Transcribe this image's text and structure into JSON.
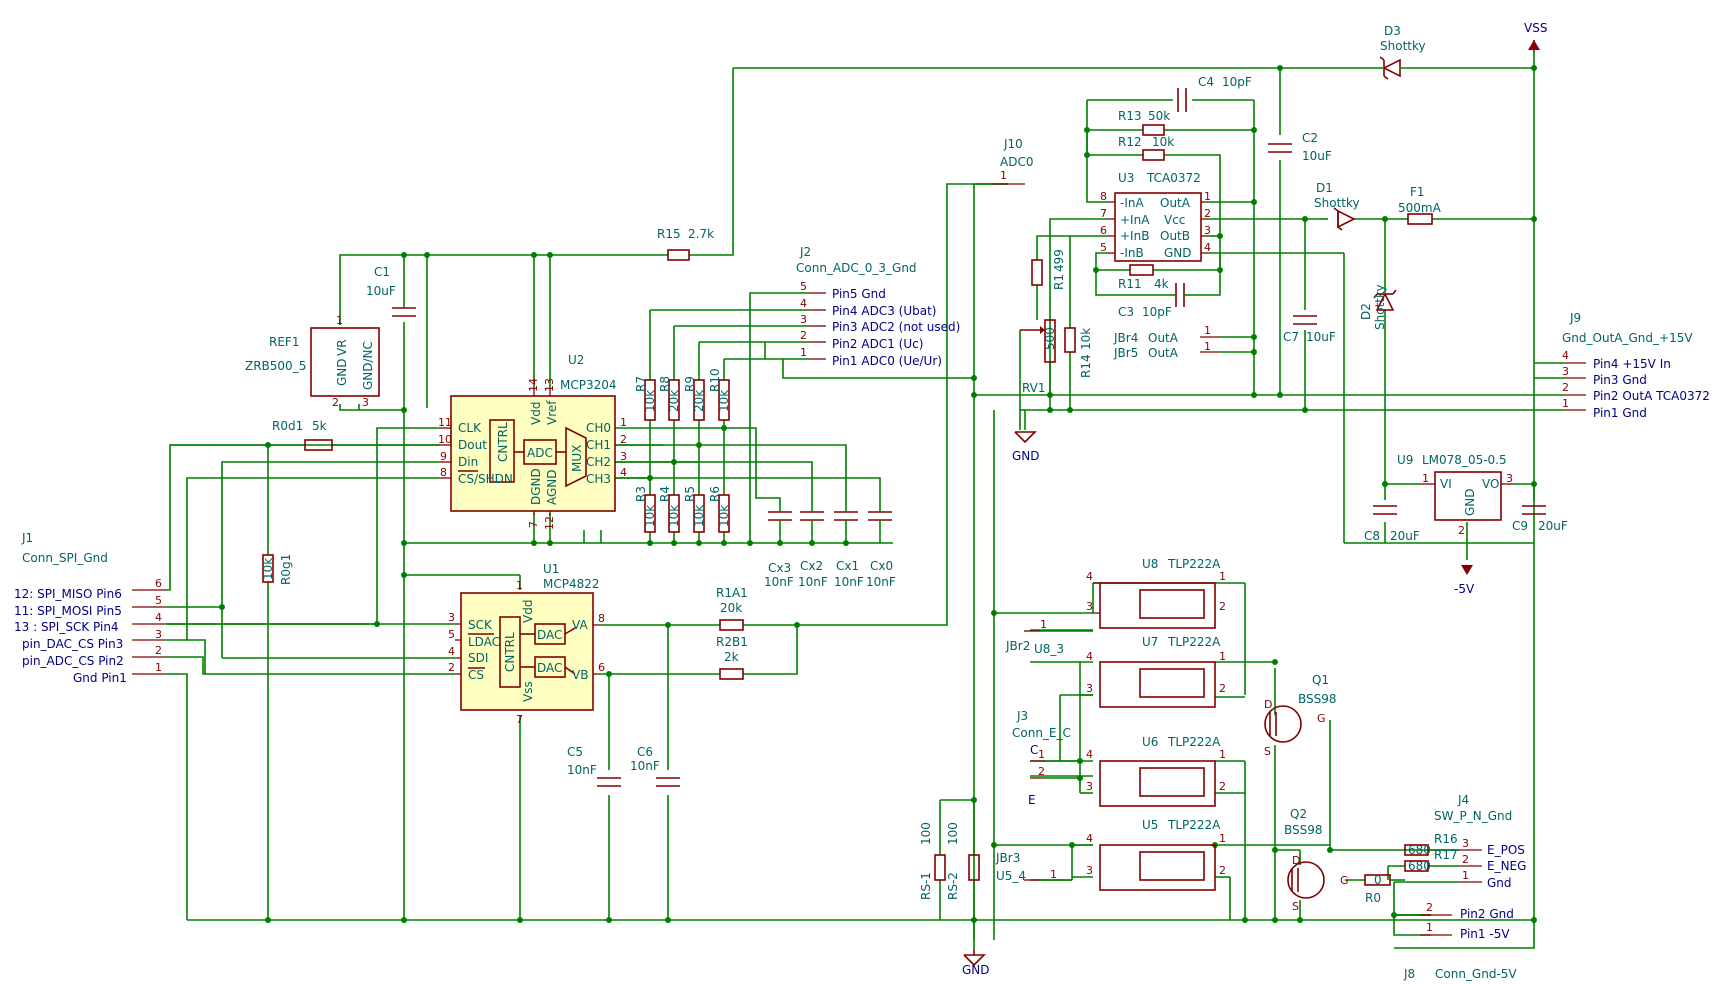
{
  "colors": {
    "wire": "#008000",
    "body": "#840000",
    "fill": "#ffffc2",
    "ref": "#006464",
    "label": "#000084"
  },
  "power": {
    "vss": "VSS",
    "gnd_a": "GND",
    "gnd_b": "GND",
    "neg5": "-5V"
  },
  "u2": {
    "ref": "U2",
    "val": "MCP3204",
    "pins_left": [
      "CLK",
      "Dout",
      "Din",
      "CS/SHDN"
    ],
    "pins_right": [
      "CH0",
      "CH1",
      "CH2",
      "CH3"
    ],
    "vdd": "Vdd",
    "vref": "Vref",
    "dgnd": "DGND",
    "agnd": "AGND",
    "cntrl": "CNTRL",
    "adc": "ADC",
    "mux": "MUX",
    "nums_left": [
      "11",
      "10",
      "9",
      "8"
    ],
    "nums_right": [
      "1",
      "2",
      "3",
      "4"
    ],
    "n14": "14",
    "n13": "13",
    "n7": "7",
    "n12": "12"
  },
  "u1": {
    "ref": "U1",
    "val": "MCP4822",
    "pins_left": [
      "SCK",
      "LDAC",
      "SDI",
      "CS"
    ],
    "vdd": "Vdd",
    "vss": "Vss",
    "va": "VA",
    "vb": "VB",
    "dac": "DAC",
    "cntrl": "CNTRL",
    "nums_left": [
      "3",
      "5",
      "4",
      "2"
    ],
    "n1": "1",
    "n7": "7",
    "n8": "8",
    "n6": "6"
  },
  "u3": {
    "ref": "U3",
    "val": "TCA0372",
    "pins_left": [
      "-InA",
      "+InA",
      "+InB",
      "-InB"
    ],
    "pins_right": [
      "OutA",
      "Vcc",
      "OutB",
      "GND"
    ],
    "nums_left": [
      "8",
      "7",
      "6",
      "5"
    ],
    "nums_right": [
      "1",
      "2",
      "3",
      "4"
    ]
  },
  "u9": {
    "ref": "U9",
    "val": "LM078_05-0.5",
    "vi": "VI",
    "vo": "VO",
    "gnd": "GND",
    "n1": "1",
    "n2": "2",
    "n3": "3"
  },
  "ref1": {
    "ref": "REF1",
    "val": "ZRB500_5",
    "gnd": "GND",
    "vr": "VR",
    "nc": "GND/NC",
    "n1": "1",
    "n2": "2",
    "n3": "3"
  },
  "j1": {
    "ref": "J1",
    "val": "Conn_SPI_Gnd",
    "labels": [
      "12: SPI_MISO Pin6",
      "11: SPI_MOSI Pin5",
      "13 : SPI_SCK Pin4",
      "pin_DAC_CS Pin3",
      "pin_ADC_CS Pin2",
      "Gnd Pin1"
    ],
    "nums": [
      "6",
      "5",
      "4",
      "3",
      "2",
      "1"
    ]
  },
  "j2": {
    "ref": "J2",
    "val": "Conn_ADC_0_3_Gnd",
    "labels": [
      "Pin5 Gnd",
      "Pin4 ADC3 (Ubat)",
      "Pin3 ADC2 (not used)",
      "Pin2 ADC1 (Uc)",
      "Pin1 ADC0 (Ue/Ur)"
    ],
    "nums": [
      "5",
      "4",
      "3",
      "2",
      "1"
    ]
  },
  "j9": {
    "ref": "J9",
    "val": "Gnd_OutA_Gnd_+15V",
    "labels": [
      "Pin4 +15V In",
      "Pin3 Gnd",
      "Pin2 OutA TCA0372",
      "Pin1 Gnd"
    ],
    "nums": [
      "4",
      "3",
      "2",
      "1"
    ]
  },
  "j10": {
    "ref": "J10",
    "val": "ADC0",
    "n1": "1"
  },
  "j3": {
    "ref": "J3",
    "val": "Conn_E_C",
    "c": "C",
    "e": "E",
    "n1": "1",
    "n2": "2"
  },
  "j4": {
    "ref": "J4",
    "val": "SW_P_N_Gnd",
    "labels": [
      "E_POS",
      "E_NEG",
      "Gnd"
    ],
    "nums": [
      "3",
      "2",
      "1"
    ]
  },
  "j8": {
    "ref": "J8",
    "val": "Conn_Gnd-5V",
    "labels": [
      "Pin2 Gnd",
      "Pin1 -5V"
    ],
    "nums": [
      "2",
      "1"
    ]
  },
  "resistors": {
    "r15": "R15",
    "r15v": "2.7k",
    "r0d1": "R0d1",
    "r0d1v": "5k",
    "r0g1": "R0g1",
    "r0g1v": "10k",
    "r1a1": "R1A1",
    "r1a1v": "20k",
    "r2b1": "R2B1",
    "r2b1v": "2k",
    "r13": "R13",
    "r13v": "50k",
    "r12": "R12",
    "r12v": "10k",
    "r11": "R11",
    "r11v": "4k",
    "r1": "R1",
    "r1v": "499",
    "r14": "R14",
    "r14v": "10k",
    "rv1": "RV1",
    "rv1v": "500",
    "r7": "R7",
    "r7v": "10k",
    "r8": "R8",
    "r8v": "20k",
    "r9": "R9",
    "r9v": "20k",
    "r10": "R10",
    "r10v": "10k",
    "r3": "R3",
    "r3v": "10k",
    "r4": "R4",
    "r4v": "10k",
    "r5": "R5",
    "r5v": "10k",
    "r6": "R6",
    "r6v": "10k",
    "rs1": "RS-1",
    "rs1v": "100",
    "rs2": "RS-2",
    "rs2v": "100",
    "r16": "R16",
    "r16v": "680",
    "r17": "R17",
    "r17v": "680",
    "r0": "R0",
    "r0v": "0"
  },
  "caps": {
    "c1": "C1",
    "c1v": "10uF",
    "c2": "C2",
    "c2v": "10uF",
    "c3": "C3",
    "c3v": "10pF",
    "c4": "C4",
    "c4v": "10pF",
    "c5": "C5",
    "c5v": "10nF",
    "c6": "C6",
    "c6v": "10nF",
    "c7": "C7",
    "c7v": "10uF",
    "c8": "C8",
    "c8v": "20uF",
    "c9": "C9",
    "c9v": "20uF",
    "cx3": "Cx3",
    "cx2": "Cx2",
    "cx1": "Cx1",
    "cx0": "Cx0",
    "cxv": "10nF"
  },
  "diodes": {
    "d1": "D1",
    "d2": "D2",
    "d3": "D3",
    "dv": "Shottky",
    "f1": "F1",
    "f1v": "500mA"
  },
  "opto": {
    "u8": "U8",
    "u7": "U7",
    "u6": "U6",
    "u5": "U5",
    "val": "TLP222A",
    "n4": "4",
    "n3": "3",
    "n1": "1",
    "n2": "2"
  },
  "fets": {
    "q1": "Q1",
    "q2": "Q2",
    "val": "BSS98",
    "d": "D",
    "g": "G",
    "s": "S"
  },
  "jumpers": {
    "jbr2": "JBr2",
    "u83": "U8_3",
    "jbr3": "JBr3",
    "u54": "U5_4",
    "jbr4": "JBr4",
    "jbr5": "JBr5",
    "outa": "OutA",
    "n1": "1"
  }
}
